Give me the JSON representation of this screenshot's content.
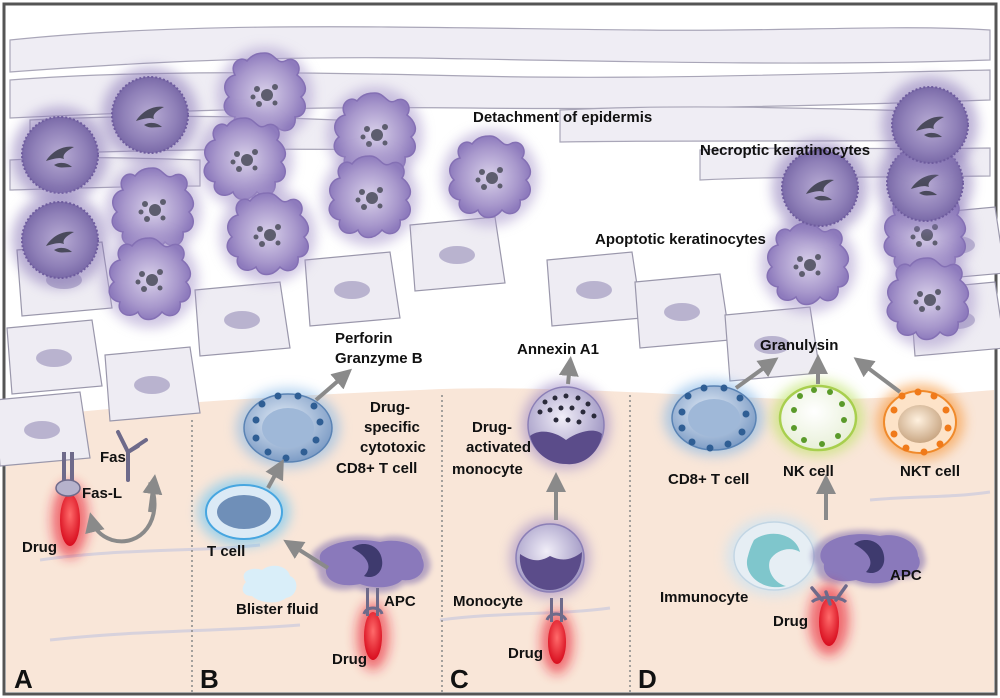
{
  "labels": {
    "detachment": "Detachment of epidermis",
    "necroptic": "Necroptic keratinocytes",
    "apoptotic": "Apoptotic keratinocytes",
    "fas": "Fas",
    "fas_l": "Fas-L",
    "drug_a": "Drug",
    "perforin": "Perforin",
    "granzyme": "Granzyme B",
    "drug_specific_1": "Drug-",
    "drug_specific_2": "specific",
    "drug_specific_3": "cytotoxic",
    "drug_specific_4": "CD8+  T cell",
    "t_cell": "T cell",
    "blister_fluid": "Blister fluid",
    "apc_b": "APC",
    "drug_b": "Drug",
    "annexin": "Annexin A1",
    "drug_activated_1": "Drug-",
    "drug_activated_2": "activated",
    "drug_activated_3": "monocyte",
    "monocyte": "Monocyte",
    "drug_c": "Drug",
    "granulysin": "Granulysin",
    "cd8_t_cell": "CD8+ T cell",
    "nk_cell": "NK cell",
    "nkt_cell": "NKT cell",
    "immunocyte": "Immunocyte",
    "apc_d": "APC",
    "drug_d": "Drug"
  },
  "panels": {
    "a": "A",
    "b": "B",
    "c": "C",
    "d": "D"
  },
  "colors": {
    "dermis": "#f9e6d8",
    "keratinocyte": "#eeecf3",
    "apoptotic_purple": "#9b87c4",
    "drug_red": "#e8182a",
    "arrow_gray": "#8a8a8a",
    "cd8_blue": "#5a83b4",
    "nk_green": "#a8cf4e",
    "nkt_orange": "#f08a2b"
  }
}
